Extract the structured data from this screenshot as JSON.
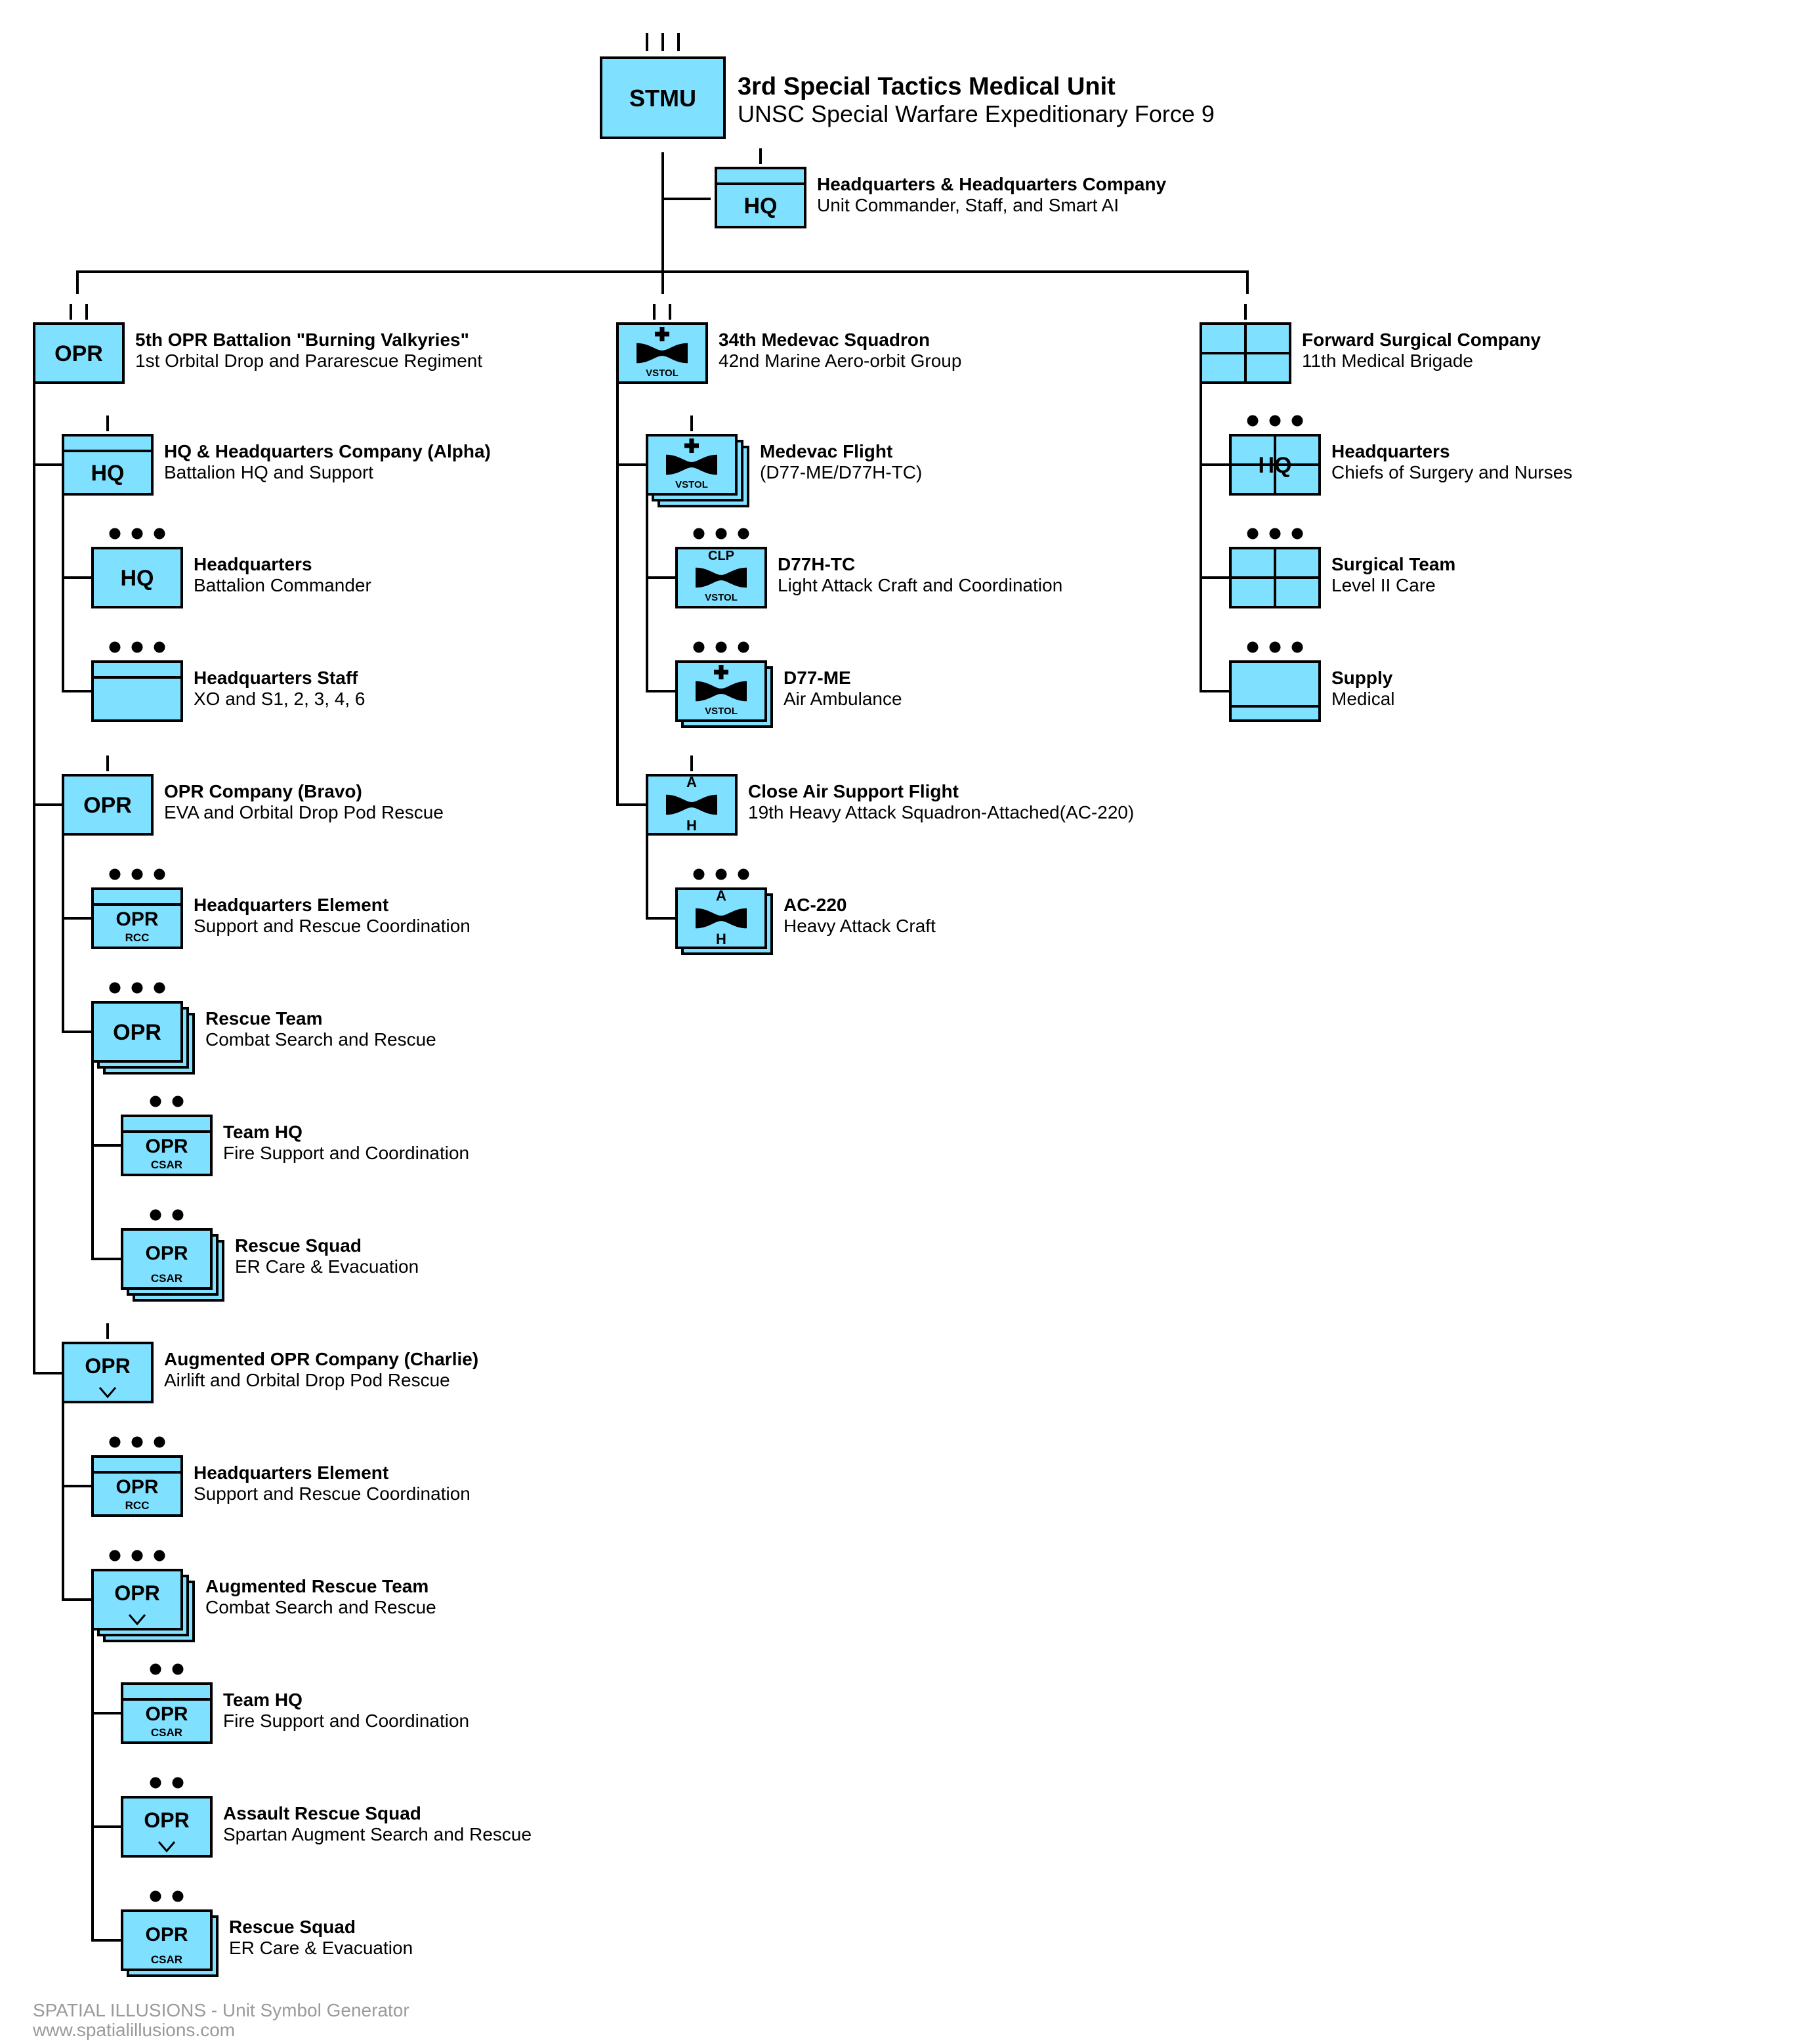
{
  "colors": {
    "fill": "#80E0FF",
    "stroke": "#000000",
    "footer": "#9A9A9A"
  },
  "root": {
    "title": "3rd Special Tactics Medical Unit",
    "subtitle": "UNSC Special Warfare Expeditionary Force 9",
    "echelon": "III",
    "symbol_text": "STMU"
  },
  "units": [
    {
      "id": "hhc",
      "title": "Headquarters & Headquarters Company",
      "subtitle": "Unit Commander, Staff, and Smart AI",
      "echelon": "I",
      "symbol": "HQ"
    },
    {
      "id": "opr-bn",
      "title": "5th OPR Battalion \"Burning Valkyries\"",
      "subtitle": "1st Orbital Drop and Pararescue Regiment",
      "echelon": "II",
      "symbol": "OPR"
    },
    {
      "id": "hq-alpha",
      "title": "HQ & Headquarters Company (Alpha)",
      "subtitle": "Battalion HQ and Support",
      "echelon": "I",
      "symbol": "HQ"
    },
    {
      "id": "bn-hq",
      "title": "Headquarters",
      "subtitle": "Battalion Commander",
      "echelon": "•••",
      "symbol": "HQ"
    },
    {
      "id": "bn-staff",
      "title": "Headquarters Staff",
      "subtitle": "XO and S1, 2, 3, 4, 6",
      "echelon": "•••",
      "symbol": ""
    },
    {
      "id": "bravo",
      "title": "OPR Company (Bravo)",
      "subtitle": "EVA and Orbital Drop Pod Rescue",
      "echelon": "I",
      "symbol": "OPR"
    },
    {
      "id": "bravo-hqe",
      "title": "Headquarters Element",
      "subtitle": "Support and Rescue Coordination",
      "echelon": "•••",
      "symbol": "OPR",
      "modifier": "RCC"
    },
    {
      "id": "bravo-rt",
      "title": "Rescue Team",
      "subtitle": "Combat Search and Rescue",
      "echelon": "•••",
      "symbol": "OPR"
    },
    {
      "id": "bravo-thq",
      "title": "Team HQ",
      "subtitle": "Fire Support and Coordination",
      "echelon": "••",
      "symbol": "OPR",
      "modifier": "CSAR"
    },
    {
      "id": "bravo-rs",
      "title": "Rescue Squad",
      "subtitle": "ER Care & Evacuation",
      "echelon": "••",
      "symbol": "OPR",
      "modifier": "CSAR"
    },
    {
      "id": "charlie",
      "title": "Augmented OPR Company (Charlie)",
      "subtitle": "Airlift and Orbital Drop Pod Rescue",
      "echelon": "I",
      "symbol": "OPR"
    },
    {
      "id": "charlie-hqe",
      "title": "Headquarters Element",
      "subtitle": "Support and Rescue Coordination",
      "echelon": "•••",
      "symbol": "OPR",
      "modifier": "RCC"
    },
    {
      "id": "charlie-art",
      "title": "Augmented Rescue Team",
      "subtitle": "Combat Search and Rescue",
      "echelon": "•••",
      "symbol": "OPR"
    },
    {
      "id": "charlie-thq",
      "title": "Team HQ",
      "subtitle": "Fire Support and Coordination",
      "echelon": "••",
      "symbol": "OPR",
      "modifier": "CSAR"
    },
    {
      "id": "charlie-ars",
      "title": "Assault Rescue Squad",
      "subtitle": "Spartan Augment Search and Rescue",
      "echelon": "••",
      "symbol": "OPR"
    },
    {
      "id": "charlie-rs",
      "title": "Rescue Squad",
      "subtitle": "ER Care & Evacuation",
      "echelon": "••",
      "symbol": "OPR",
      "modifier": "CSAR"
    },
    {
      "id": "medevac-sqn",
      "title": "34th Medevac Squadron",
      "subtitle": "42nd Marine Aero-orbit Group",
      "echelon": "II",
      "symbol": "",
      "modifier": "VSTOL"
    },
    {
      "id": "medevac-flt",
      "title": "Medevac Flight",
      "subtitle": "(D77-ME/D77H-TC)",
      "echelon": "I",
      "symbol": "",
      "modifier": "VSTOL"
    },
    {
      "id": "d77htc",
      "title": "D77H-TC",
      "subtitle": "Light Attack Craft and Coordination",
      "echelon": "•••",
      "symbol": "CLP",
      "modifier": "VSTOL"
    },
    {
      "id": "d77me",
      "title": "D77-ME",
      "subtitle": "Air Ambulance",
      "echelon": "•••",
      "symbol": "",
      "modifier": "VSTOL"
    },
    {
      "id": "cas-flt",
      "title": "Close Air Support Flight",
      "subtitle": "19th Heavy Attack Squadron-Attached(AC-220)",
      "echelon": "I",
      "symbol": "A",
      "modifier": "H"
    },
    {
      "id": "ac220",
      "title": "AC-220",
      "subtitle": "Heavy Attack Craft",
      "echelon": "•••",
      "symbol": "A",
      "modifier": "H"
    },
    {
      "id": "fsc",
      "title": "Forward Surgical Company",
      "subtitle": "11th Medical Brigade",
      "echelon": "I",
      "symbol": ""
    },
    {
      "id": "fsc-hq",
      "title": "Headquarters",
      "subtitle": "Chiefs of Surgery and Nurses",
      "echelon": "•••",
      "symbol": "HQ"
    },
    {
      "id": "fsc-st",
      "title": "Surgical Team",
      "subtitle": "Level II Care",
      "echelon": "•••",
      "symbol": ""
    },
    {
      "id": "fsc-sup",
      "title": "Supply",
      "subtitle": "Medical",
      "echelon": "•••",
      "symbol": ""
    }
  ],
  "footer": {
    "line1": "SPATIAL ILLUSIONS - Unit Symbol Generator",
    "line2": "www.spatialillusions.com"
  }
}
